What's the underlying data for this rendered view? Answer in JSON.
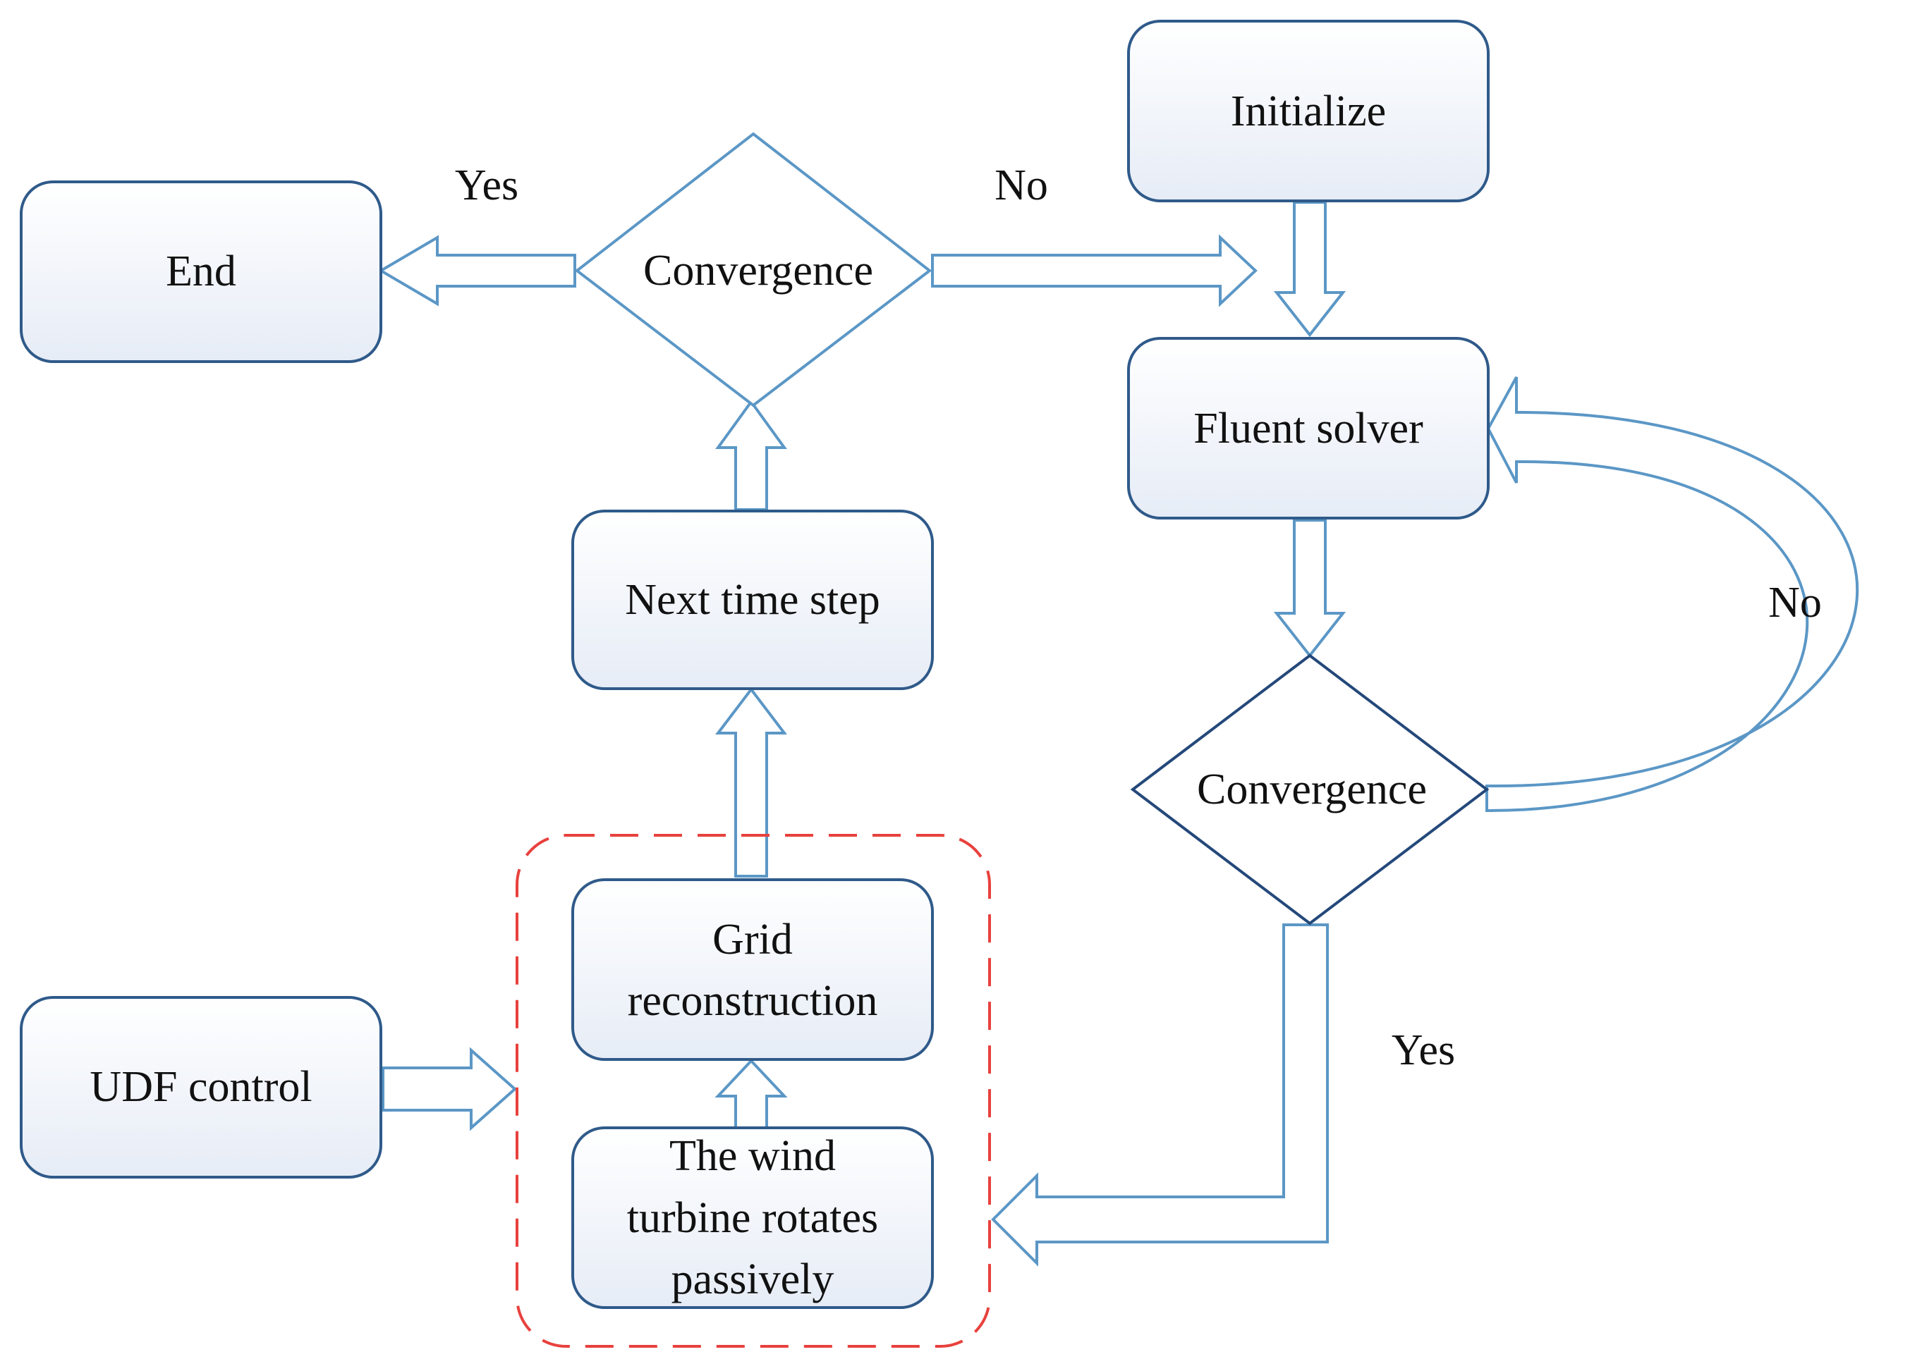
{
  "nodes": {
    "initialize": "Initialize",
    "end": "End",
    "convergence_top": "Convergence",
    "fluent_solver": "Fluent solver",
    "next_time_step": "Next time step",
    "convergence_right": "Convergence",
    "grid_reconstruction": [
      "Grid",
      "reconstruction"
    ],
    "udf_control": "UDF control",
    "turbine_rotates": [
      "The wind",
      "turbine rotates",
      "passively"
    ]
  },
  "edge_labels": {
    "top_yes": "Yes",
    "top_no": "No",
    "loop_no": "No",
    "bottom_yes": "Yes"
  },
  "colors": {
    "box_stroke": "#2f5a8a",
    "box_fill_top": "#ffffff",
    "box_fill_bottom": "#e6ecf6",
    "arrow_stroke": "#5b97c6",
    "diamond_top_stroke": "#5b97c6",
    "diamond_right_stroke": "#24487a",
    "dashed_group": "#e8413d",
    "text": "#111111"
  }
}
